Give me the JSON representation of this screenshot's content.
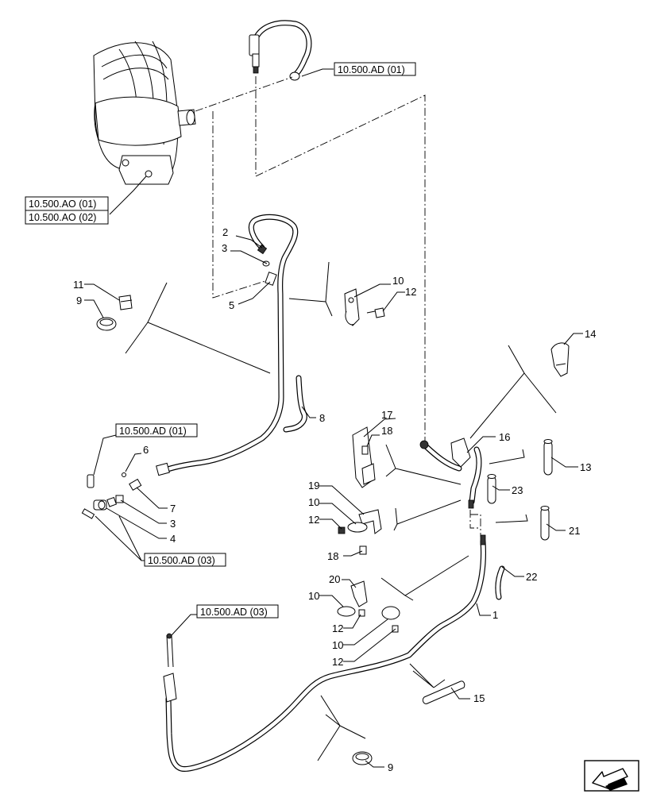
{
  "callouts": {
    "c1": "1",
    "c2": "2",
    "c3a": "3",
    "c3b": "3",
    "c4": "4",
    "c5": "5",
    "c6": "6",
    "c7": "7",
    "c8": "8",
    "c9a": "9",
    "c9b": "9",
    "c10a": "10",
    "c10b": "10",
    "c10c": "10",
    "c10d": "10",
    "c11": "11",
    "c12a": "12",
    "c12b": "12",
    "c12c": "12",
    "c12d": "12",
    "c13": "13",
    "c14": "14",
    "c15": "15",
    "c16": "16",
    "c17": "17",
    "c18a": "18",
    "c18b": "18",
    "c19": "19",
    "c20": "20",
    "c21": "21",
    "c22": "22",
    "c23": "23"
  },
  "references": {
    "ad01_top": "10.500.AD (01)",
    "ao01": "10.500.AO (01)",
    "ao02": "10.500.AO (02)",
    "ad01_left": "10.500.AD (01)",
    "ad03_mid": "10.500.AD (03)",
    "ad03_low": "10.500.AD (03)"
  },
  "icons": {
    "navigation": "arrow-navigation-icon"
  }
}
